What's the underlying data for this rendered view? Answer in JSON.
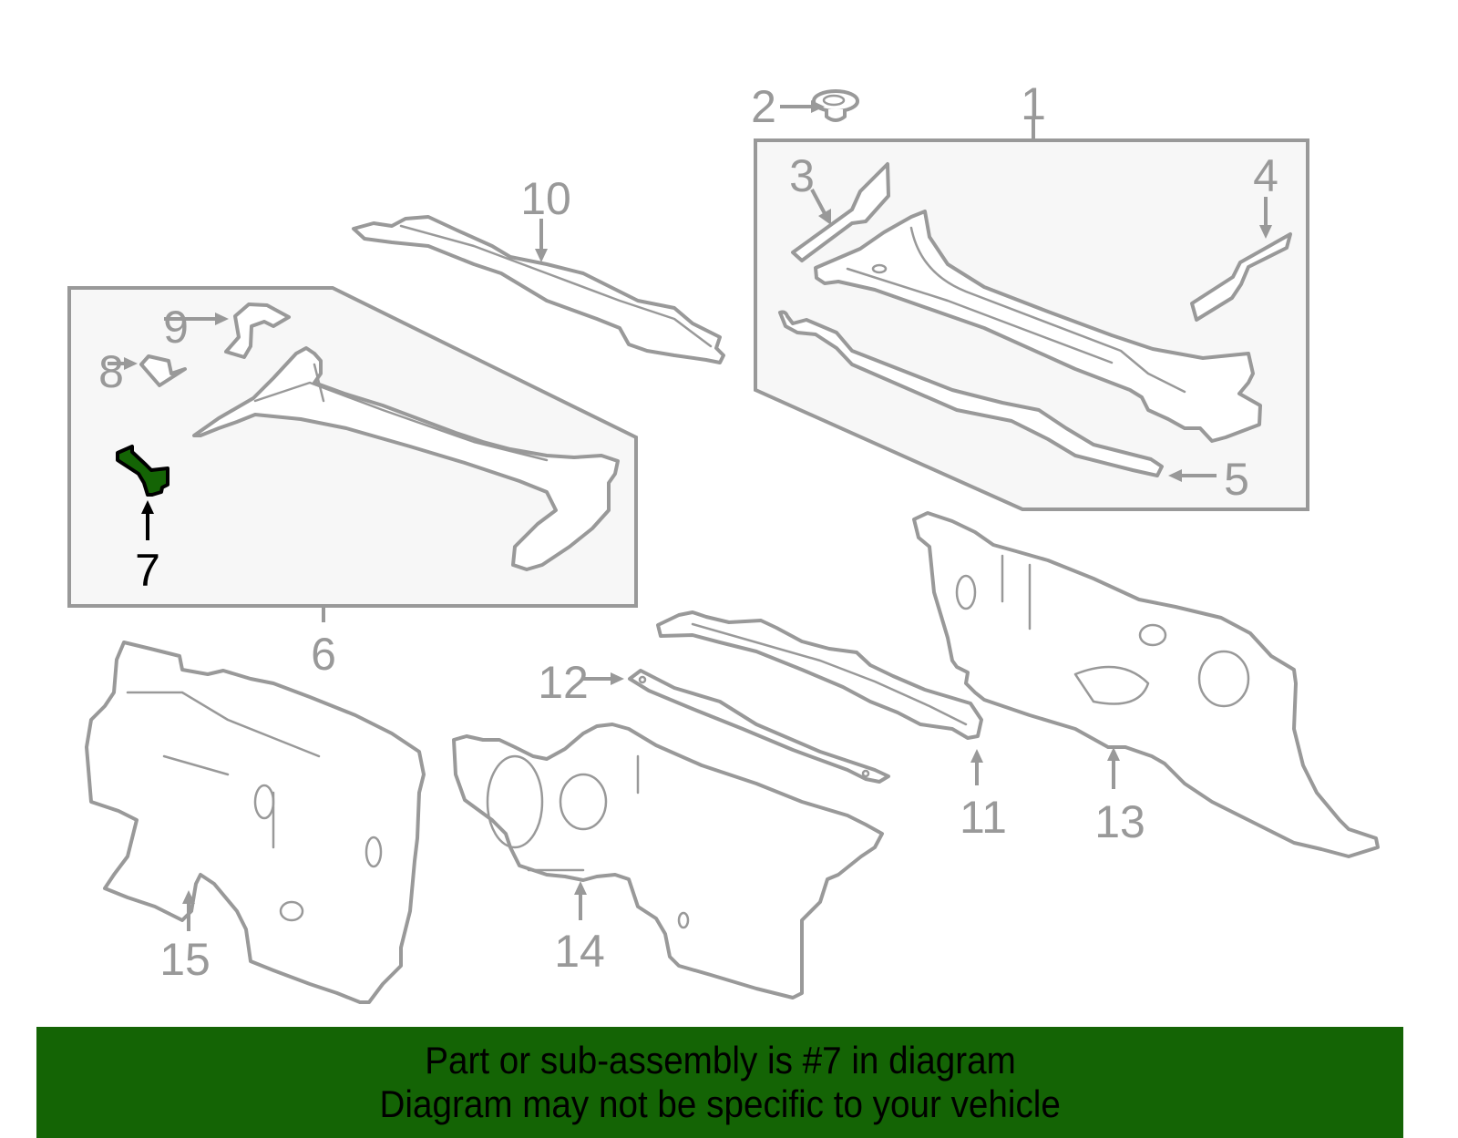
{
  "diagram": {
    "title": "Cowl / dash panel parts diagram",
    "highlighted_part": "7",
    "highlight_color": "#146405",
    "line_color": "#999999",
    "box_fill": "#f7f7f7",
    "callouts": [
      {
        "id": "1",
        "label": "1"
      },
      {
        "id": "2",
        "label": "2"
      },
      {
        "id": "3",
        "label": "3"
      },
      {
        "id": "4",
        "label": "4"
      },
      {
        "id": "5",
        "label": "5"
      },
      {
        "id": "6",
        "label": "6"
      },
      {
        "id": "7",
        "label": "7"
      },
      {
        "id": "8",
        "label": "8"
      },
      {
        "id": "9",
        "label": "9"
      },
      {
        "id": "10",
        "label": "10"
      },
      {
        "id": "11",
        "label": "11"
      },
      {
        "id": "12",
        "label": "12"
      },
      {
        "id": "13",
        "label": "13"
      },
      {
        "id": "14",
        "label": "14"
      },
      {
        "id": "15",
        "label": "15"
      }
    ]
  },
  "banner": {
    "line1": "Part or sub-assembly is #7 in diagram",
    "line2": "Diagram may not be specific to your vehicle",
    "background": "#146405"
  }
}
